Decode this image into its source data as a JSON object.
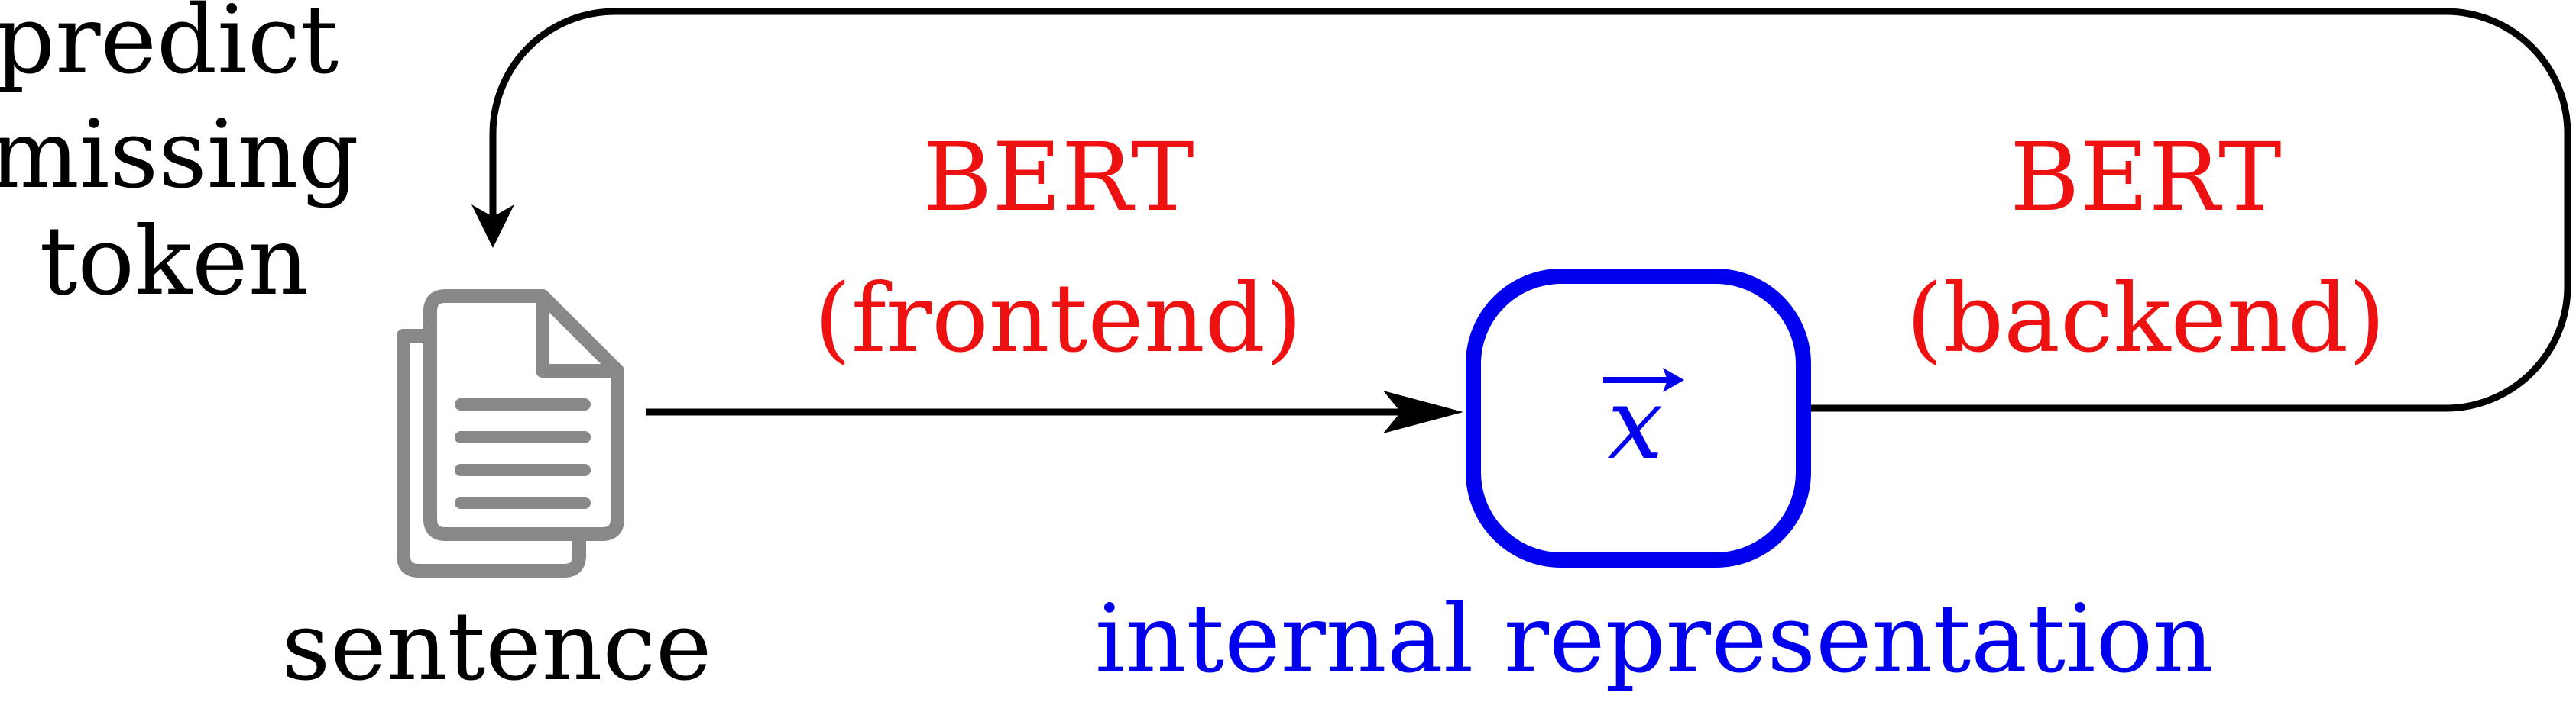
{
  "diagram": {
    "left_caption": [
      "predict",
      "missing",
      "token"
    ],
    "source_label": "sentence",
    "frontend": {
      "line1": "BERT",
      "line2": "(frontend)"
    },
    "backend": {
      "line1": "BERT",
      "line2": "(backend)"
    },
    "node_symbol": "x",
    "node_caption": "internal representation",
    "icon": "document-icon"
  },
  "colors": {
    "text": "#000000",
    "bert": "#ee1111",
    "representation": "#0000ee",
    "document": "#888888",
    "arrow": "#000000"
  }
}
